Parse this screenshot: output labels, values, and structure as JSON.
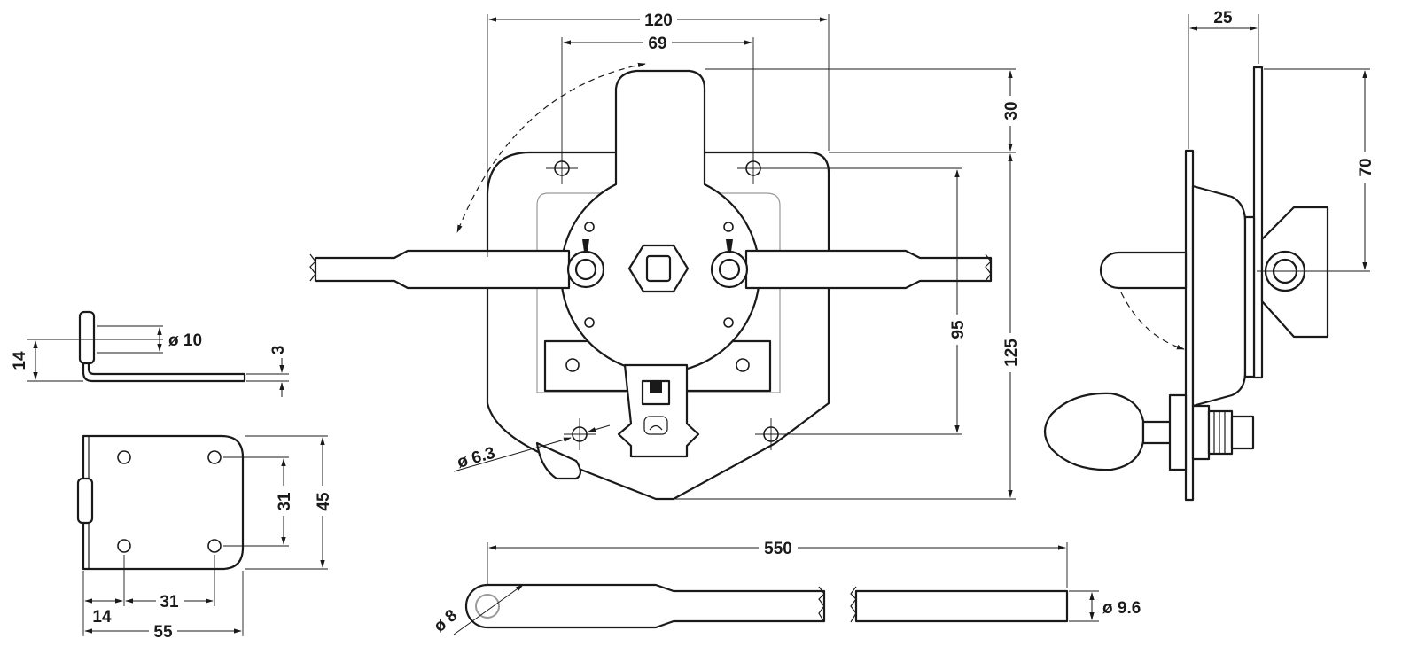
{
  "dimensions": {
    "overall_width": "120",
    "hole_spacing_top": "69",
    "top_offset": "30",
    "hole_spacing_vertical": "95",
    "overall_height": "125",
    "hole_diameter": "ø 6.3",
    "side_depth": "25",
    "side_height": "70",
    "bracket_height": "14",
    "bracket_hole": "ø 10",
    "bracket_thickness": "3",
    "bracket_hole_spacing_v": "31",
    "bracket_height_total": "45",
    "bracket_edge": "14",
    "bracket_hole_spacing_h": "31",
    "bracket_width": "55",
    "rod_length": "550",
    "rod_hole": "ø 8",
    "rod_diameter": "ø 9.6"
  },
  "colors": {
    "line": "#1a1a1a",
    "centerline": "#9a9a9a",
    "background": "#ffffff"
  }
}
